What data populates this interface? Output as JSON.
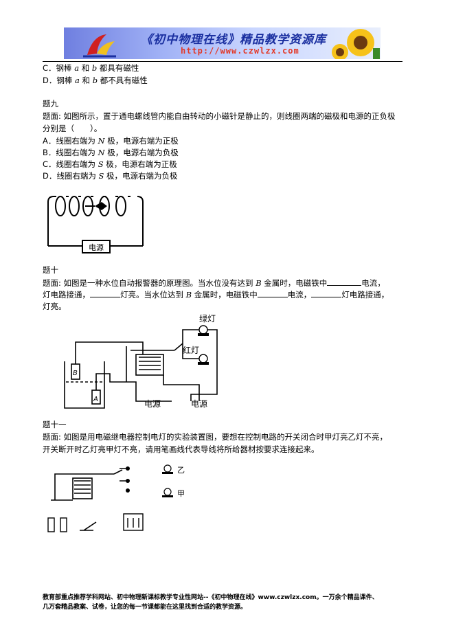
{
  "banner": {
    "title": "《初中物理在线》精品教学资源库",
    "url": "http://www.czwlzx.com"
  },
  "q8_tail": {
    "option_c": [
      "C．钢棒 ",
      "a",
      " 和 ",
      "b",
      " 都具有磁性"
    ],
    "option_d": [
      "D．钢棒 ",
      "a",
      " 和 ",
      "b",
      " 都不具有磁性"
    ]
  },
  "q9": {
    "heading": "题九",
    "stem_line1": "题面: 如图所示，置于通电螺线管内能自由转动的小磁针是静止的，则线圈两端的磁极和电源的正负极",
    "stem_line2": "分别是（　　）。",
    "options": [
      [
        "A．线圈右端为 ",
        "N",
        " 极，电源右端为正极"
      ],
      [
        "B．线圈右端为 ",
        "N",
        " 极，电源右端为负极"
      ],
      [
        "C．线圈右端为 ",
        "S",
        " 极，电源右端为正极"
      ],
      [
        "D．线圈右端为 ",
        "S",
        " 极，电源右端为负极"
      ]
    ],
    "figure": {
      "power_label": "电源"
    }
  },
  "q10": {
    "heading": "题十",
    "line1_a": "题面: 如图是一种水位自动报警器的原理图。当水位没有达到 ",
    "line1_b": "B",
    "line1_c": " 金属时，电磁铁中",
    "line1_d": "电流，",
    "line2_a": "灯电路接通，",
    "line2_b": "灯亮。当水位达到 ",
    "line2_c": "B",
    "line2_d": " 金属时，电磁铁中",
    "line2_e": "电流，",
    "line2_f": "灯电路接通，",
    "line3": "灯亮。",
    "figure": {
      "green_lamp": "绿灯",
      "red_lamp": "红灯",
      "power1": "电源",
      "power2": "电源",
      "label_b": "B",
      "label_a": "A"
    }
  },
  "q11": {
    "heading": "题十一",
    "line1": "题面: 如图是用电磁继电器控制电灯的实验装置图，要想在控制电路的开关闭合时甲灯亮乙灯不亮，",
    "line2": "开关断开时乙灯亮甲灯不亮，请用笔画线代表导线将所给器材按要求连接起来。",
    "figure": {
      "lamp_yi": "乙",
      "lamp_jia": "甲"
    }
  },
  "footer": {
    "line1": "教育部重点推荐学科网站、初中物理新课标教学专业性网站--《初中物理在线》www.czwlzx.com。一万余个精品课件、",
    "line2": "几万套精品教案、试卷，让您的每一节课都能在这里找到合适的教学资源。"
  }
}
